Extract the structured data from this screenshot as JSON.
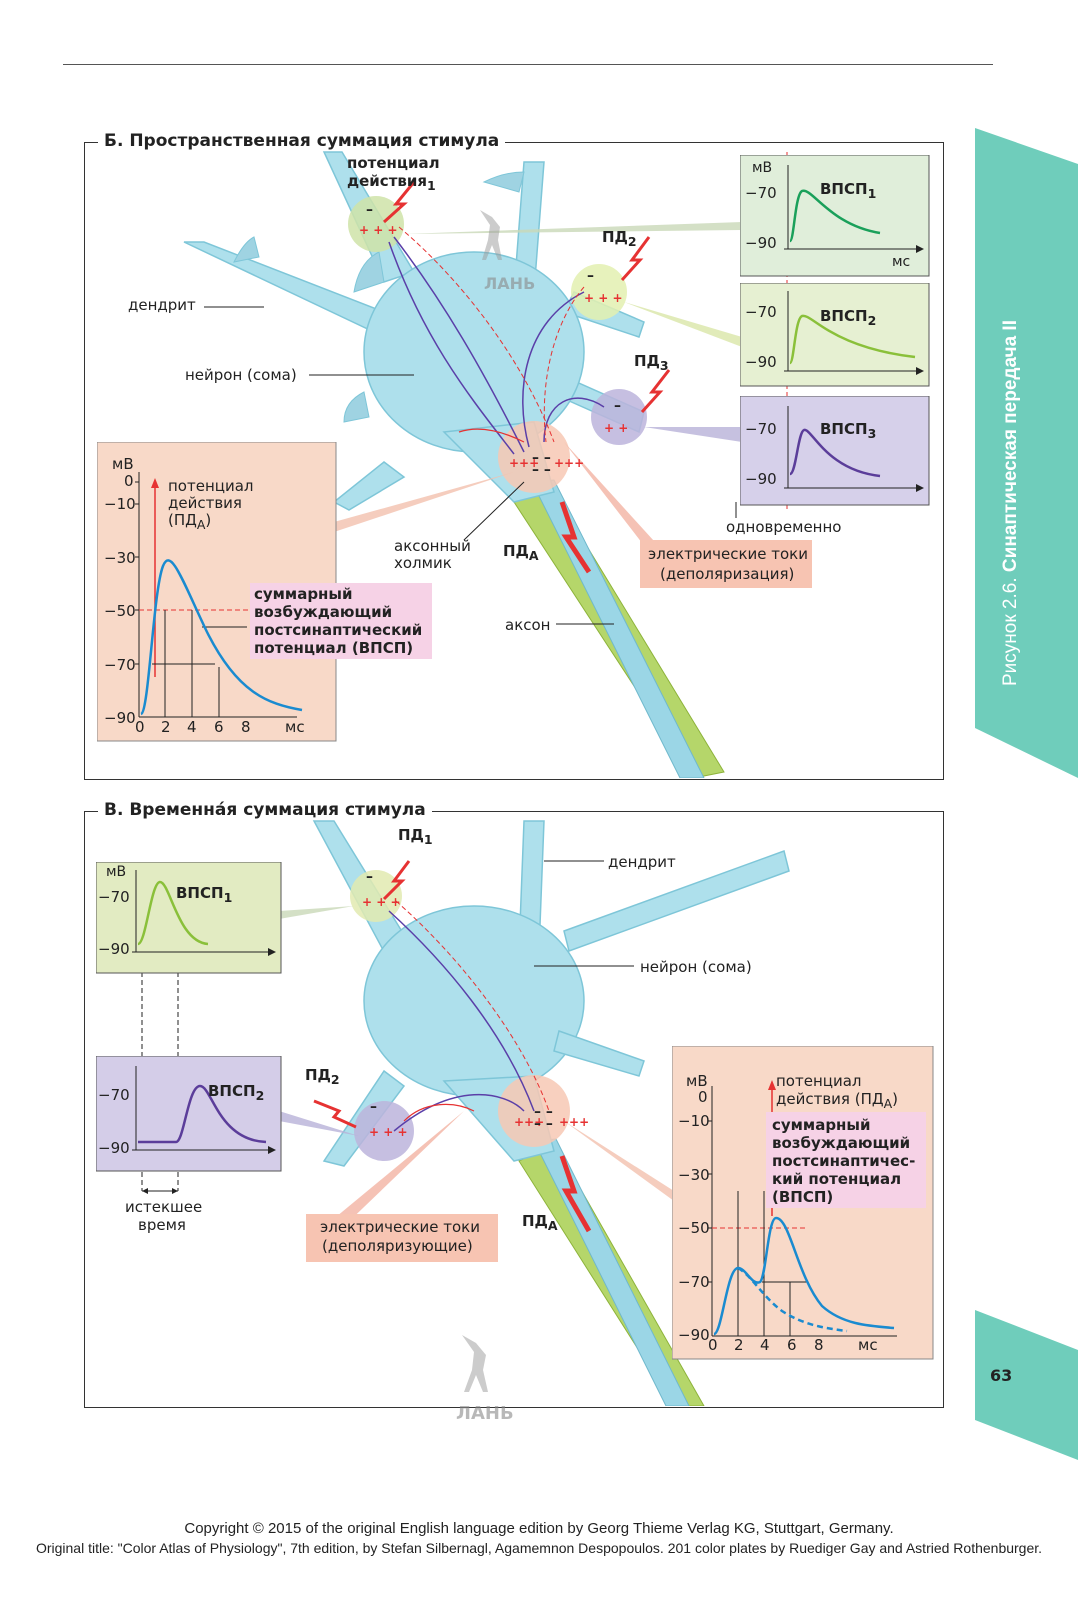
{
  "figure_caption": {
    "prefix": "Рисунок 2.6.",
    "title": "Синаптическая передача II"
  },
  "page_number": "63",
  "panel_b": {
    "title": "Б. Пространственная суммация стимула",
    "labels": {
      "potential": "потенциал",
      "action": "действия",
      "sub1": "1",
      "dendrite": "дендрит",
      "soma": "нейрон (сома)",
      "ap2": "ПД",
      "ap3": "ПД",
      "sub2": "2",
      "sub3": "3",
      "hillock1": "аксонный",
      "hillock2": "холмик",
      "apa": "ПД",
      "apa_sub": "А",
      "axon": "аксон",
      "currents1": "электрические токи",
      "currents2": "(деполяризация)",
      "simultaneous": "одновременно"
    },
    "small_graphs": [
      {
        "ylabel": "мВ",
        "y_top": "−70",
        "y_bottom": "−90",
        "name": "ВПСП",
        "sub": "1",
        "xlabel": "мс",
        "color": "#1aa05a"
      },
      {
        "y_top": "−70",
        "y_bottom": "−90",
        "name": "ВПСП",
        "sub": "2",
        "color": "#8ac03a"
      },
      {
        "y_top": "−70",
        "y_bottom": "−90",
        "name": "ВПСП",
        "sub": "3",
        "color": "#5b3d9a"
      }
    ],
    "big_graph": {
      "ylabel": "мВ",
      "yticks": [
        "0",
        "−10",
        "−30",
        "−50",
        "−70",
        "−90"
      ],
      "xticks": [
        "0",
        "2",
        "4",
        "6",
        "8"
      ],
      "xunit": "мс",
      "ap_label": [
        "потенциал",
        "действия",
        "(ПД",
        "А",
        ")"
      ],
      "epsp_label": [
        "суммарный",
        "возбуждающий",
        "постсинаптический",
        "потенциал (ВПСП)"
      ]
    }
  },
  "panel_v": {
    "title": "В. Временна́я суммация стимула",
    "labels": {
      "ap1": "ПД",
      "sub1": "1",
      "dendrite": "дендрит",
      "soma": "нейрон (сома)",
      "ap2": "ПД",
      "sub2": "2",
      "elapsed1": "истекшее",
      "elapsed2": "время",
      "currents1": "электрические токи",
      "currents2": "(деполяризующие)",
      "apa": "ПД",
      "apa_sub": "А"
    },
    "small_graphs": [
      {
        "ylabel": "мВ",
        "y_top": "−70",
        "y_bottom": "−90",
        "name": "ВПСП",
        "sub": "1",
        "color": "#8ac03a"
      },
      {
        "y_top": "−70",
        "y_bottom": "−90",
        "name": "ВПСП",
        "sub": "2",
        "color": "#5b3d9a"
      }
    ],
    "big_graph": {
      "ylabel": "мВ",
      "yticks": [
        "0",
        "−10",
        "−30",
        "−50",
        "−70",
        "−90"
      ],
      "xticks": [
        "0",
        "2",
        "4",
        "6",
        "8"
      ],
      "xunit": "мс",
      "ap_label": [
        "потенциал",
        "действия (ПД",
        "А",
        ")"
      ],
      "epsp_label": [
        "суммарный",
        "возбуждающий",
        "постсинаптичес-",
        "кий потенциал",
        "(ВПСП)"
      ]
    }
  },
  "watermark": "ЛАНЬ",
  "footer": [
    "Copyright © 2015 of the original English language edition by Georg Thieme Verlag KG, Stuttgart, Germany.",
    "Original title: \"Color Atlas of Physiology\", 7th edition, by Stefan Silbernagl, Agamemnon Despopoulos. 201 color plates by Ruediger Gay and Astried Rothenburger."
  ],
  "colors": {
    "tab": "#6fcdbb",
    "neuron": "#aee0ec",
    "neuron_stroke": "#7ec6d8",
    "axon": "#b5d66a",
    "red": "#e63232",
    "purple": "#5a3fa8",
    "graph_bg_orange": "#f8d9c8",
    "graph_bg_green": "#e4efd4",
    "graph_bg_purple": "#cfc8e4"
  }
}
